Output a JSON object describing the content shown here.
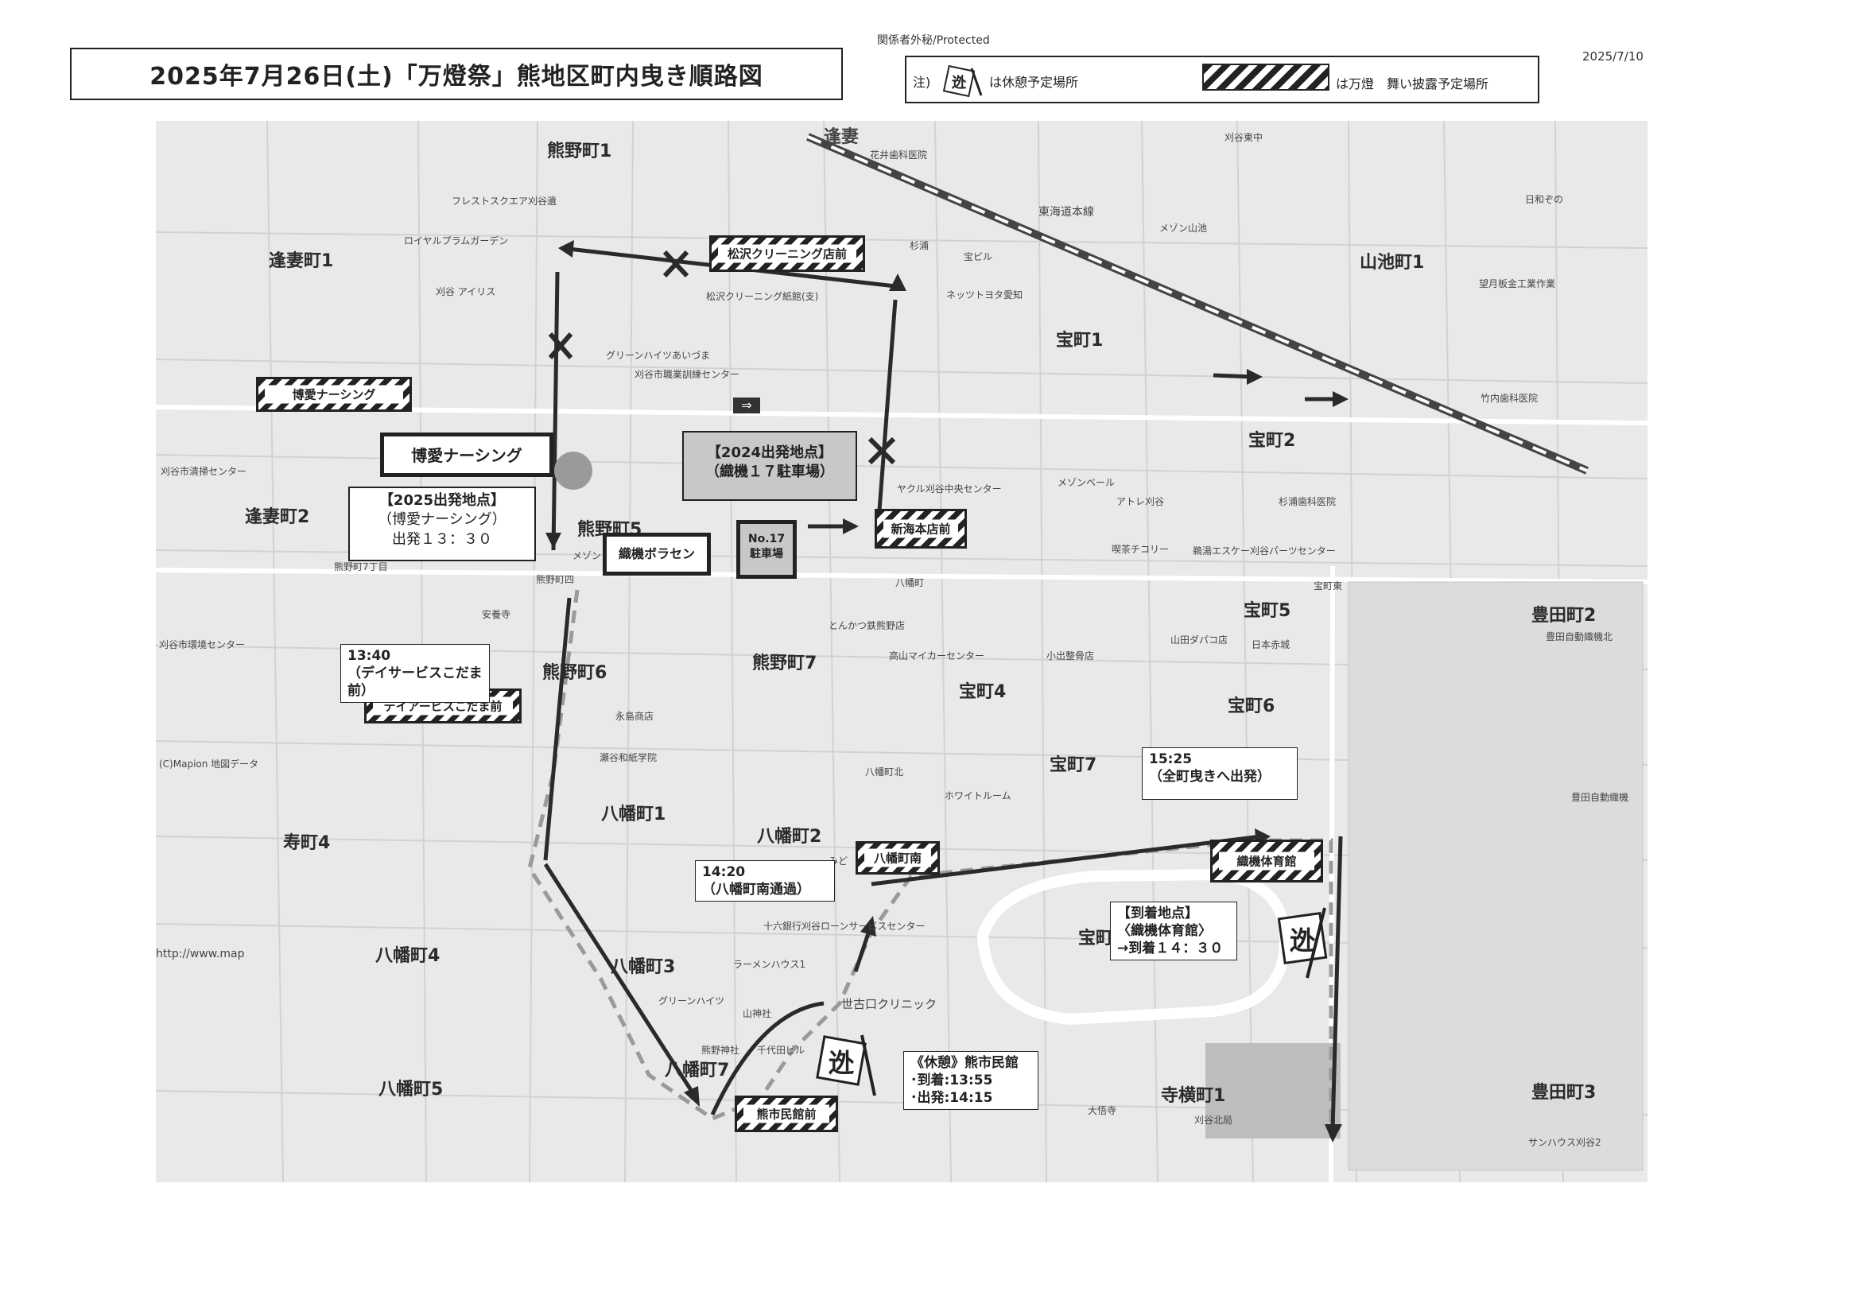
{
  "header": {
    "title": "2025年7月26日(土)「万燈祭」熊地区町内曳き順路図",
    "protected": "関係者外秘/Protected",
    "date": "2025/7/10"
  },
  "legend": {
    "note_prefix": "注)",
    "rest_text": "は休憩予定場所",
    "hatch_text": "は万燈　舞い披露予定場所"
  },
  "areas": [
    "熊野町1",
    "逢妻町1",
    "逢妻町2",
    "山池町1",
    "宝町1",
    "宝町2",
    "宝町4",
    "宝町5",
    "宝町6",
    "宝町7",
    "熊野町5",
    "熊野町6",
    "熊野町7",
    "八幡町1",
    "八幡町2",
    "八幡町3",
    "八幡町4",
    "八幡町5",
    "八幡町7",
    "豊田町2",
    "豊田町3",
    "寺横町1",
    "宝町",
    "宝",
    "寿町4"
  ],
  "pois": [
    "逢妻",
    "フレストスクエア刈谷遺",
    "ロイヤルプラムガーデン",
    "刈谷 アイリス",
    "グリーンハイツあいづま",
    "刈谷市職業訓練センター",
    "松沢クリーニング紙館(支)",
    "花井歯科医院",
    "東海道本線",
    "杉浦",
    "宝ビル",
    "ネッツトヨタ愛知",
    "メゾン山池",
    "刈谷東中",
    "日和ぞの",
    "望月板金工業作業",
    "竹内歯科医院",
    "杉浦歯科医院",
    "ヤクル刈谷中央センター",
    "メゾンベール",
    "アトレ刈谷",
    "喫茶チコリー",
    "鵜湯エスケー刈谷パーツセンター",
    "とんかつ鉄熊野店",
    "高山マイカーセンター",
    "小出整骨店",
    "山田ダパコ店",
    "日本赤城",
    "豊田自動織機北",
    "豊田自動織機",
    "ホワイトルーム",
    "永島商店",
    "瀬谷和紙学院",
    "安養寺",
    "ラーメンハウス1",
    "グリーンハイツ",
    "熊野神社",
    "山神社",
    "十六銀行刈谷ローンサービスセンター",
    "世古口クリニック",
    "大悟寺",
    "刈谷北局",
    "サンハウス刈谷2",
    "刈谷市清掃センター",
    "刈谷市環境センター",
    "熊野町7丁目",
    "熊野町四",
    "八幡町北",
    "八幡町",
    "宝町東",
    "みど",
    "メゾン",
    "千代田ビル",
    "(C)Mapion 地図データ",
    "http://www.map"
  ],
  "hatch_spots": {
    "matsuzawa": "松沢クリーニング店前",
    "hakuai": "博愛ナーシング",
    "dayservice": "デイアービスこだま前",
    "shinkai": "新海本店前",
    "hachiman_minami": "八幡町南",
    "kumashi": "熊市民館前",
    "shokki_gym": "織機体育館"
  },
  "boxes": {
    "hakuai_main": "博愛ナーシング",
    "start2025": [
      "【2025出発地点】",
      "（博愛ナーシング）",
      "出発１３：３０"
    ],
    "start2024": [
      "【2024出発地点】",
      "（織機１７駐車場）"
    ],
    "no17": [
      "No.17",
      "駐車場"
    ],
    "shokki_borasen": "織機ボラセン"
  },
  "callouts": {
    "c1340": [
      "13:40",
      "（デイサービスこだま前）"
    ],
    "c1420": [
      "14:20",
      "（八幡町南通過）"
    ],
    "c1525": [
      "15:25",
      "（全町曳きへ出発）"
    ],
    "arrival": [
      "【到着地点】",
      "〈織機体育館〉",
      "→到着１４：３０"
    ],
    "rest": [
      "《休憩》熊市民館",
      "･到着:13:55",
      "･出発:14:15"
    ]
  },
  "icons": {
    "rest_marker": "man-lantern-icon",
    "cross": "cross-icon",
    "arrow": "arrow-icon"
  },
  "colors": {
    "route": "#2a2a2a",
    "old_route": "#9a9a9a",
    "rail": "#444444"
  }
}
